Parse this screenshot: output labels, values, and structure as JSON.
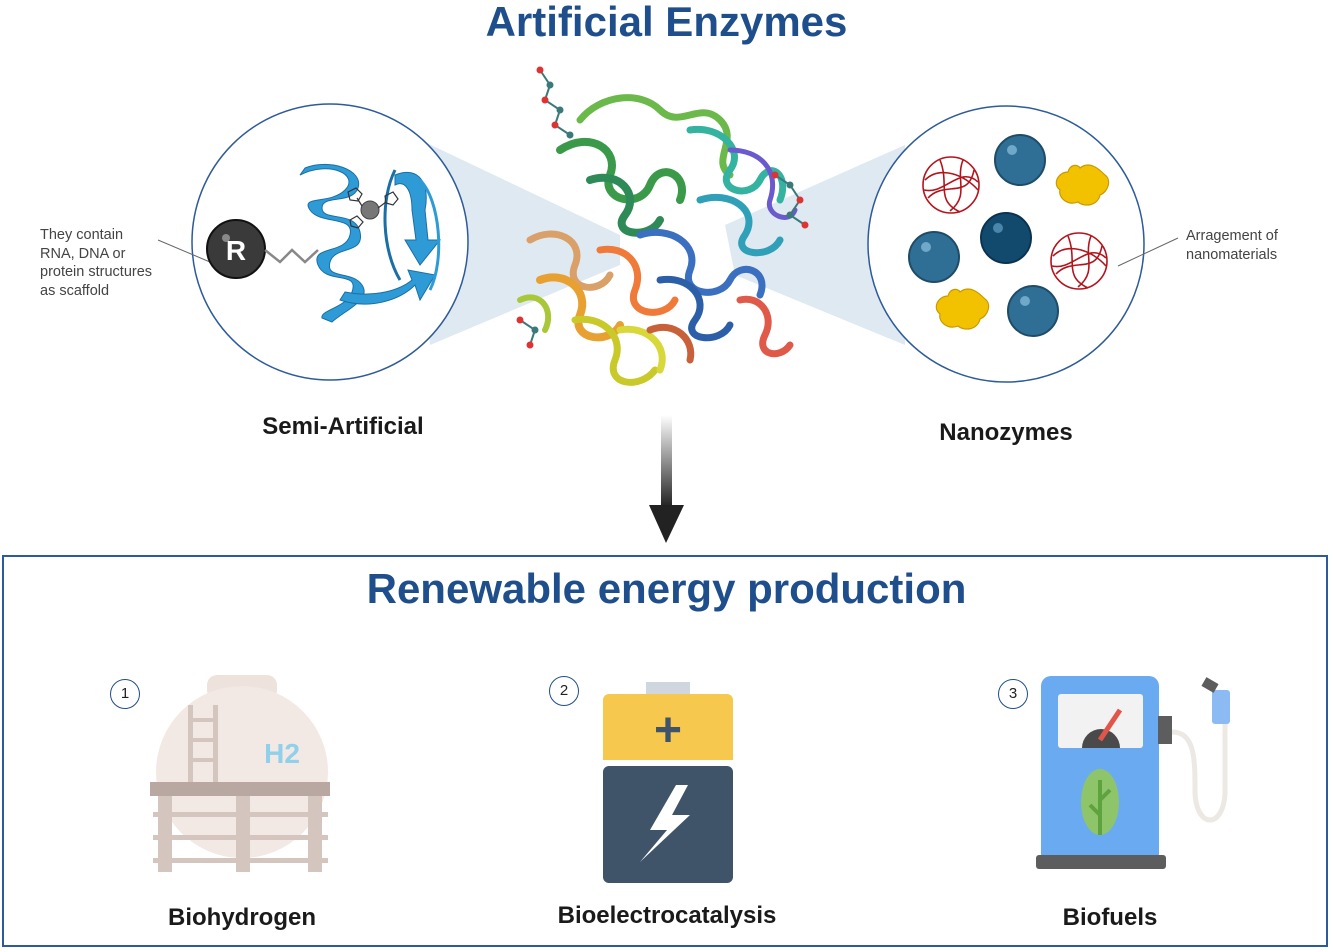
{
  "title": "Artificial Enzymes",
  "left_panel": {
    "label": "Semi-Artificial",
    "note": [
      "They contain",
      "RNA, DNA or",
      "protein structures",
      "as scaffold"
    ],
    "group_letter": "R"
  },
  "right_panel": {
    "label": "Nanozymes",
    "note": [
      "Arragement of",
      "nanomaterials"
    ]
  },
  "bottom": {
    "title": "Renewable energy production",
    "items": [
      {
        "number": "1",
        "label": "Biohydrogen",
        "icon_text": "H2"
      },
      {
        "number": "2",
        "label": "Bioelectrocatalysis",
        "icon_text": "+"
      },
      {
        "number": "3",
        "label": "Biofuels"
      }
    ]
  },
  "colors": {
    "title_blue": "#1f4e8c",
    "zoom_cone": "#dce7f1",
    "helix_blue": "#2f9bd6",
    "nano_blue": "#2f6f95",
    "nano_gold": "#f2c200",
    "nano_red": "#b3141c"
  }
}
